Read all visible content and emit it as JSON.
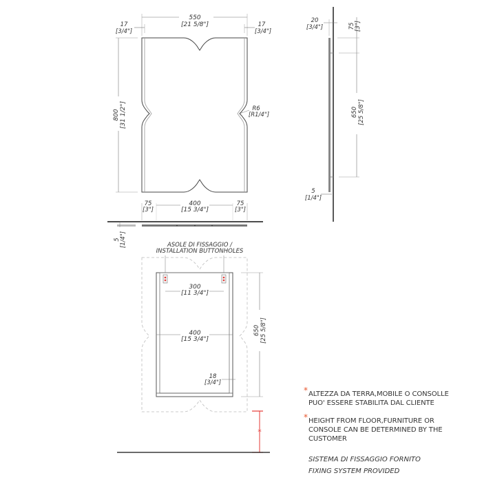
{
  "drawing": {
    "front_view": {
      "width": {
        "mm": "550",
        "in": "[21 5/8\"]"
      },
      "height": {
        "mm": "800",
        "in": "[31 1/2\"]"
      },
      "left_edge": {
        "mm": "17",
        "in": "[3/4\"]"
      },
      "right_edge": {
        "mm": "17",
        "in": "[3/4\"]"
      },
      "radius": {
        "mm": "R6",
        "in": "[R1/4\"]"
      }
    },
    "side_view": {
      "depth": {
        "mm": "20",
        "in": "[3/4\"]"
      },
      "top_offset": {
        "mm": "75",
        "in": "[3\"]"
      },
      "bracket_span": {
        "mm": "650",
        "in": "[25 5/8\"]"
      },
      "bottom_gap": {
        "mm": "5",
        "in": "[1/4\"]"
      }
    },
    "top_view": {
      "left": {
        "mm": "75",
        "in": "[3\"]"
      },
      "center": {
        "mm": "400",
        "in": "[15 3/4\"]"
      },
      "right": {
        "mm": "75",
        "in": "[3\"]"
      },
      "wall_gap": {
        "mm": "5",
        "in": "[1/4\"]"
      }
    },
    "rear_view": {
      "buttonholes_label_it": "ASOLE DI FISSAGGIO /",
      "buttonholes_label_en": "INSTALLATION BUTTONHOLES",
      "hole_spacing": {
        "mm": "300",
        "in": "[11 3/4\"]"
      },
      "frame_width": {
        "mm": "400",
        "in": "[15 3/4\"]"
      },
      "frame_height": {
        "mm": "650",
        "in": "[25 5/8\"]"
      },
      "frame_thickness": {
        "mm": "18",
        "in": "[3/4\"]"
      }
    }
  },
  "notes": {
    "asterisk": "*",
    "height_note_it_line1": "ALTEZZA DA TERRA,MOBILE O CONSOLLE",
    "height_note_it_line2": "PUO' ESSERE STABILITA DAL CLIENTE",
    "height_note_en_line1": "HEIGHT FROM FLOOR,FURNITURE OR",
    "height_note_en_line2": "CONSOLE CAN BE DETERMINED BY THE",
    "height_note_en_line3": "CUSTOMER",
    "fixing_it": "SISTEMA DI FISSAGGIO FORNITO",
    "fixing_en": "FIXING SYSTEM PROVIDED"
  },
  "colors": {
    "line": "#333333",
    "accent": "#e8562e",
    "marker": "#e53935"
  }
}
